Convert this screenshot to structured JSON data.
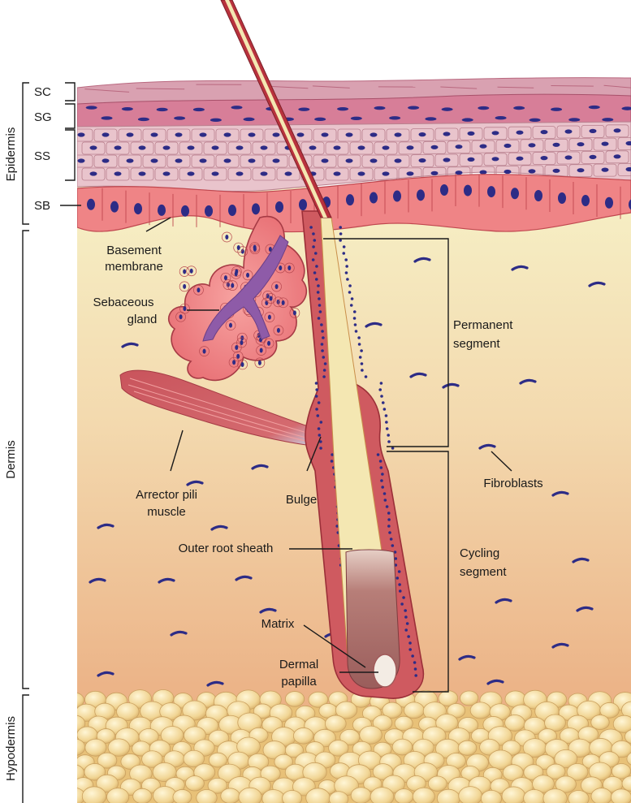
{
  "side_regions": {
    "epidermis": "Epidermis",
    "dermis": "Dermis",
    "hypodermis": "Hypodermis"
  },
  "epidermal_layers": {
    "sc": "SC",
    "sg": "SG",
    "ss": "SS",
    "sb": "SB"
  },
  "labels": {
    "basement_membrane": [
      "Basement",
      "membrane"
    ],
    "sebaceous_gland": [
      "Sebaceous",
      "gland"
    ],
    "arrector_pili": [
      "Arrector pili",
      "muscle"
    ],
    "bulge": "Bulge",
    "outer_root_sheath": "Outer root sheath",
    "matrix": "Matrix",
    "dermal_papilla": [
      "Dermal",
      "papilla"
    ],
    "permanent_segment": [
      "Permanent",
      "segment"
    ],
    "cycling_segment": [
      "Cycling",
      "segment"
    ],
    "fibroblasts": "Fibroblasts"
  },
  "colors": {
    "dermis_top": "#f6f0c6",
    "dermis_bottom": "#edb98c",
    "stratum_basale": "#ef8486",
    "stratum_spinosum": "#e9c4cc",
    "stratum_granulosum": "#d77e98",
    "stratum_corneum": "#d9a1b1",
    "nucleus": "#2d2c86",
    "sheath": "#b8323d",
    "hair_shaft": "#f4e7b2",
    "fat": "#f2d89b"
  }
}
